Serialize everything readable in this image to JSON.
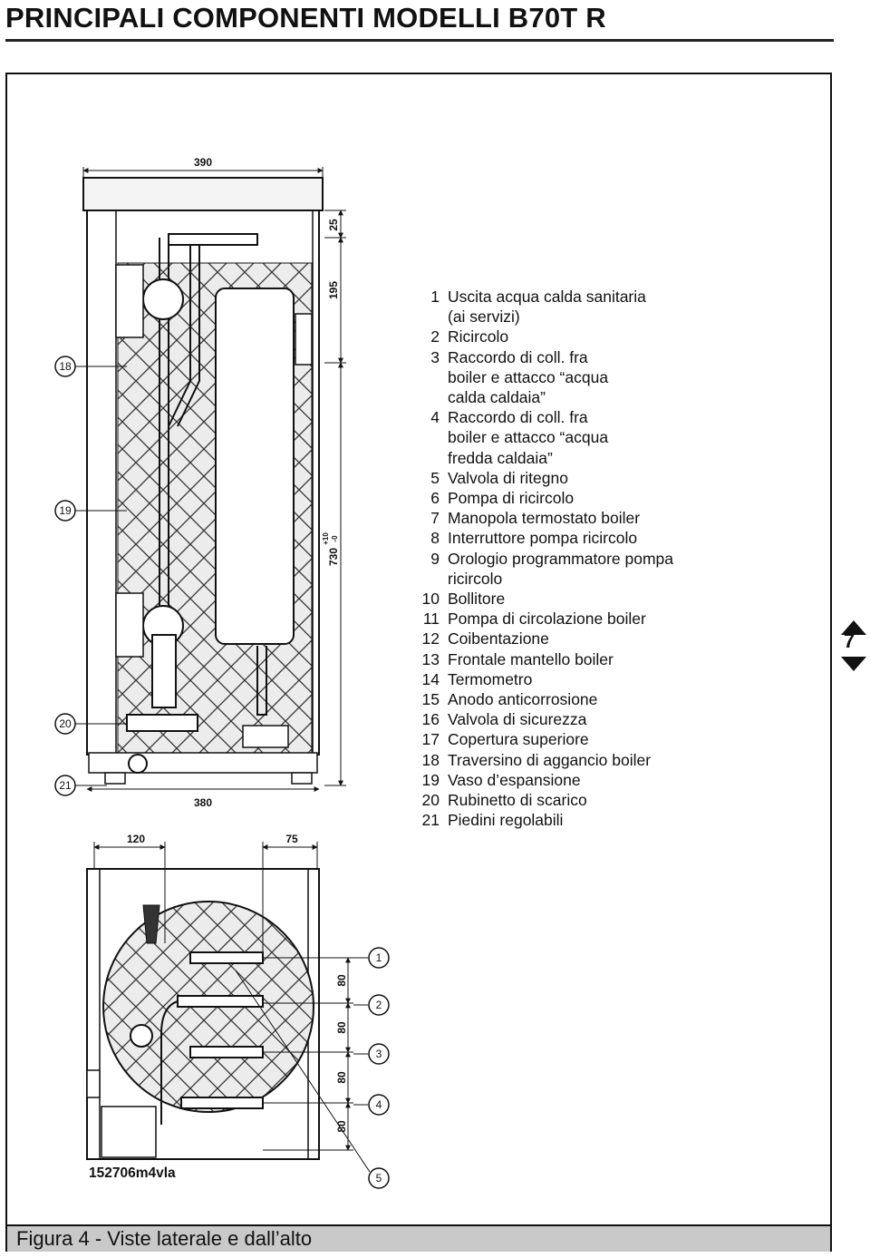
{
  "header": {
    "title": "PRINCIPALI COMPONENTI MODELLI B70T R"
  },
  "legend": [
    {
      "n": "1",
      "text": "Uscita acqua calda sanitaria\n(ai servizi)"
    },
    {
      "n": "2",
      "text": "Ricircolo"
    },
    {
      "n": "3",
      "text": "Raccordo di coll. fra\nboiler e attacco “acqua\ncalda caldaia”"
    },
    {
      "n": "4",
      "text": "Raccordo di coll. fra\nboiler e attacco “acqua\nfredda caldaia”"
    },
    {
      "n": "5",
      "text": "Valvola di ritegno"
    },
    {
      "n": "6",
      "text": "Pompa di ricircolo"
    },
    {
      "n": "7",
      "text": "Manopola termostato boiler"
    },
    {
      "n": "8",
      "text": "Interruttore pompa ricircolo"
    },
    {
      "n": "9",
      "text": "Orologio programmatore pompa\nricircolo"
    },
    {
      "n": "10",
      "text": "Bollitore"
    },
    {
      "n": "11",
      "text": "Pompa di circolazione boiler"
    },
    {
      "n": "12",
      "text": "Coibentazione"
    },
    {
      "n": "13",
      "text": "Frontale mantello boiler"
    },
    {
      "n": "14",
      "text": "Termometro"
    },
    {
      "n": "15",
      "text": "Anodo anticorrosione"
    },
    {
      "n": "16",
      "text": "Valvola di sicurezza"
    },
    {
      "n": "17",
      "text": "Copertura superiore"
    },
    {
      "n": "18",
      "text": "Traversino di aggancio boiler"
    },
    {
      "n": "19",
      "text": "Vaso d’espansione"
    },
    {
      "n": "20",
      "text": "Rubinetto di scarico"
    },
    {
      "n": "21",
      "text": "Piedini regolabili"
    }
  ],
  "side_view": {
    "dim_top": "390",
    "dim_bottom": "380",
    "dim_25": "25",
    "dim_195": "195",
    "dim_730": "730",
    "dim_730_tol_plus": "+10",
    "dim_730_tol_minus": "-0",
    "callouts": [
      "18",
      "19",
      "20",
      "21"
    ]
  },
  "top_view": {
    "dim_120": "120",
    "dim_75": "75",
    "dim_80_a": "80",
    "dim_80_b": "80",
    "dim_80_c": "80",
    "dim_80_d": "80",
    "callouts": [
      "1",
      "2",
      "3",
      "4",
      "5"
    ]
  },
  "drawing_code": "152706m4vla",
  "page_number": "7",
  "caption": "Figura 4 - Viste laterale e dall’alto"
}
